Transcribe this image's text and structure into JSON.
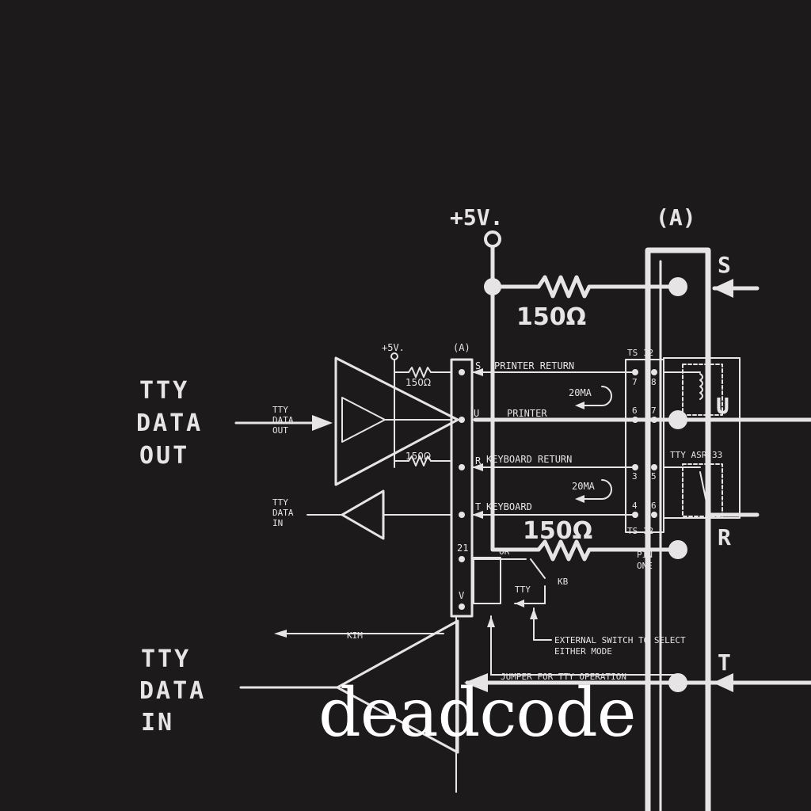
{
  "brand": "deadcode",
  "labels": {
    "tty_data_out": [
      "TTY",
      "DATA",
      "OUT"
    ],
    "tty_data_in": [
      "TTY",
      "DATA",
      "IN"
    ],
    "small_tty_data_out": [
      "TTY",
      "DATA",
      "OUT"
    ],
    "small_tty_data_in": [
      "TTY",
      "DATA",
      "IN"
    ],
    "plus5v_big": "+5V.",
    "plus5v_small": "+5V.",
    "connector_a_big": "(A)",
    "connector_a_small": "(A)",
    "res_150_big_top": "150Ω",
    "res_150_big_mid": "150Ω",
    "res_150_small_top": "150Ω",
    "res_150_small_bottom": "150Ω",
    "printer_return": "PRINTER RETURN",
    "printer": "PRINTER",
    "keyboard_return": "KEYBOARD RETURN",
    "keyboard": "KEYBOARD",
    "current_20ma_top": "20MA",
    "current_20ma_bottom": "20MA",
    "ts_top": "TS 12",
    "ts_bottom": "TS 12",
    "tty_asr": "TTY ASR 33",
    "pin_s_small": "S",
    "pin_u_small": "U",
    "pin_r_small": "R",
    "pin_t_small": "T",
    "pin_21": "21",
    "pin_v": "V",
    "pin_s_big": "S",
    "pin_u_big": "U",
    "pin_r_big": "R",
    "pin_t_big": "T",
    "ts_pins": [
      "7",
      "8",
      "6",
      "7",
      "3",
      "5",
      "4",
      "6"
    ],
    "or_label": "OR",
    "kb_label": "KB",
    "tty_switch": "TTY",
    "kim_label": "KIM",
    "ext_switch": [
      "EXTERNAL SWITCH TO SELECT",
      "EITHER MODE"
    ],
    "jumper": "JUMPER FOR TTY OPERATION",
    "pin_one": [
      "PIN",
      "ONE"
    ]
  }
}
